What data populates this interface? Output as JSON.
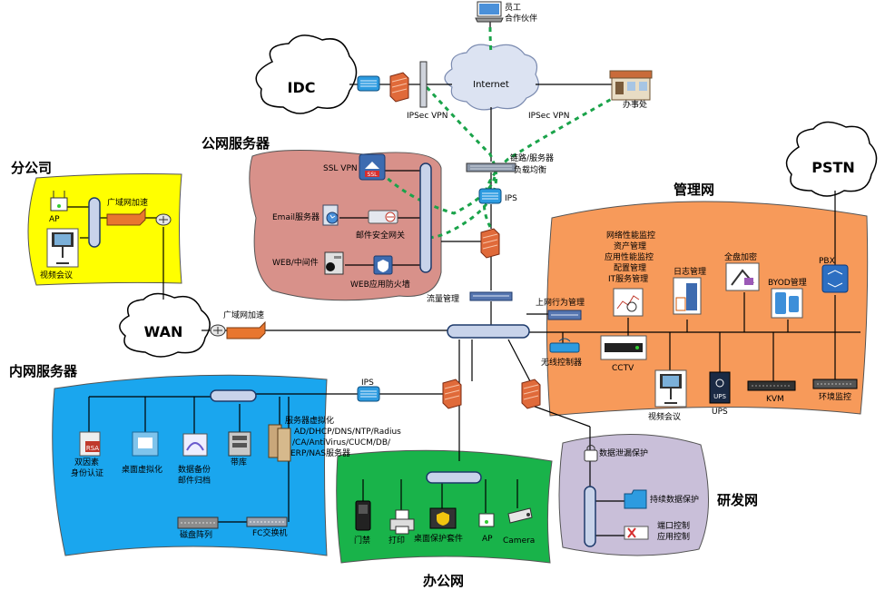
{
  "colors": {
    "branch": "#ffff00",
    "public_servers": "#d8918a",
    "mgmt": "#f79a5a",
    "internal_servers": "#1aa6ee",
    "office": "#19b34a",
    "rnd": "#c9bfd9",
    "vpn_link": "#1aa34a",
    "line": "#000000"
  },
  "zones": {
    "branch": "分公司",
    "public_servers": "公网服务器",
    "mgmt": "管理网",
    "internal_servers": "内网服务器",
    "office": "办公网",
    "rnd": "研发网"
  },
  "clouds": {
    "idc": "IDC",
    "internet": "Internet",
    "pstn": "PSTN",
    "wan": "WAN"
  },
  "labels": {
    "employee": "员工",
    "partner": "合作伙伴",
    "ipsec_left": "IPSec VPN",
    "ipsec_right": "IPSec VPN",
    "office_site": "办事处",
    "lb_1": "链路/服务器",
    "lb_2": "负载均衡",
    "ips_top": "IPS",
    "ssl_vpn": "SSL VPN",
    "ssl_badge": "SSL",
    "email_server": "Email服务器",
    "mail_gateway": "邮件安全网关",
    "web_mid": "WEB/中间件",
    "waf": "WEB应用防火墙",
    "flow_mgmt": "流量管理",
    "behavior_mgmt": "上网行为管理",
    "wlc": "无线控制器",
    "cctv": "CCTV",
    "mon_1": "网络性能监控",
    "mon_2": "资产管理",
    "mon_3": "应用性能监控",
    "mon_4": "配置管理",
    "mon_5": "IT服务管理",
    "log_mgmt": "日志管理",
    "disk_enc": "全盘加密",
    "byod": "BYOD管理",
    "pbx": "PBX",
    "video_mgmt": "视频会议",
    "ups": "UPS",
    "ups_badge": "UPS",
    "kvm": "KVM",
    "env_mon": "环境监控",
    "ap_branch": "AP",
    "wan_accel_branch": "广域网加速",
    "video_branch": "视频会议",
    "wan_accel": "广域网加速",
    "ips_inner": "IPS",
    "rsa_1": "双因素",
    "rsa_2": "身份认证",
    "rsa_badge": "RSA",
    "vdi": "桌面虚拟化",
    "backup_1": "数据备份",
    "backup_2": "邮件归档",
    "tape": "带库",
    "virt_1": "服务器虚拟化",
    "virt_2": "AD/DHCP/DNS/NTP/Radius",
    "virt_3": "/CA/AntiVirus/CUCM/DB/",
    "virt_4": "ERP/NAS服务器",
    "disk_array": "磁盘阵列",
    "fc_switch": "FC交换机",
    "door": "门禁",
    "print": "打印",
    "desktop_sec": "桌面保护套件",
    "ap_office": "AP",
    "camera": "Camera",
    "dlp": "数据泄漏保护",
    "continuous": "持续数据保护",
    "port_1": "端口控制",
    "port_2": "应用控制"
  }
}
